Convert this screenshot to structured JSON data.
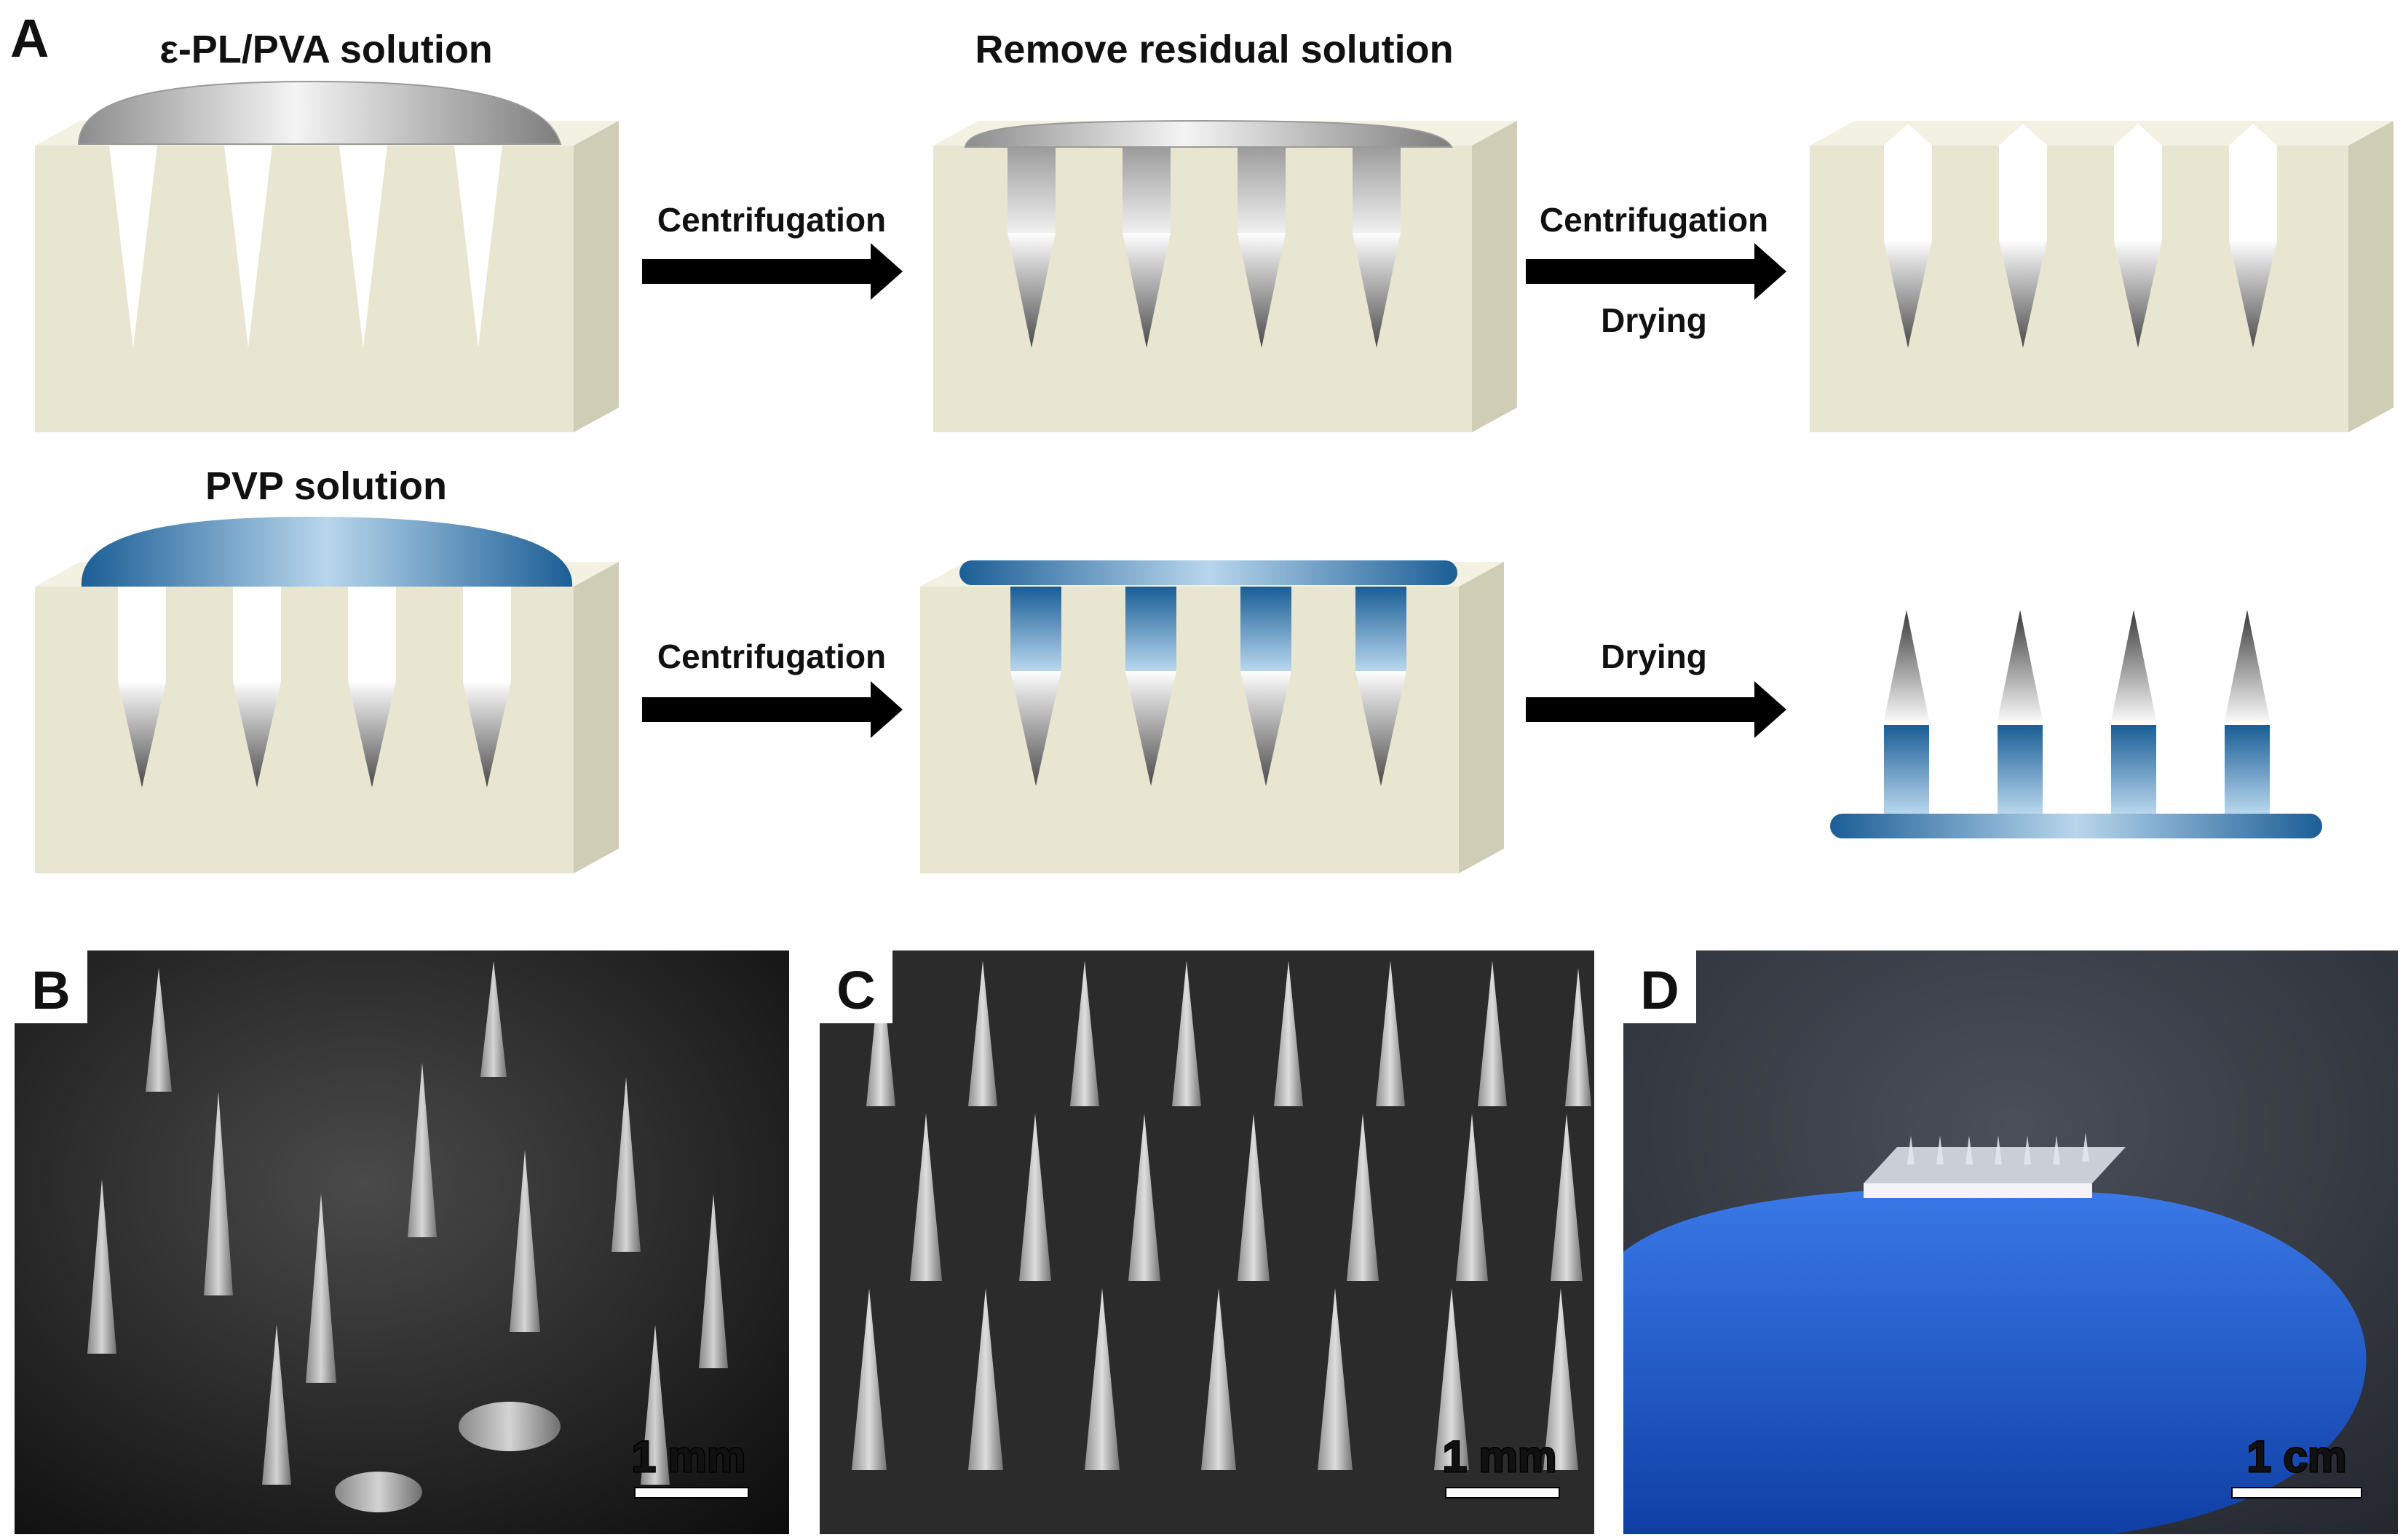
{
  "panel_a": {
    "letter": "A",
    "row1": {
      "solution_label": "ε-PL/PVA solution",
      "middle_label": "Remove residual solution",
      "arrow1_label": "Centrifugation",
      "arrow2_label_top": "Centrifugation",
      "arrow2_label_bottom": "Drying"
    },
    "row2": {
      "solution_label": "PVP solution",
      "arrow1_label": "Centrifugation",
      "arrow2_label": "Drying"
    }
  },
  "panel_b": {
    "letter": "B",
    "scale_label": "1 mm"
  },
  "panel_c": {
    "letter": "C",
    "scale_label": "1 mm"
  },
  "panel_d": {
    "letter": "D",
    "scale_label": "1 cm"
  },
  "colors": {
    "mold_front": "#e8e6d0",
    "mold_top": "#f2f1e2",
    "mold_side": "#cfcdb5",
    "pvp_blue": "#1e6fa8",
    "glove_blue": "#1d5fd6",
    "photo_dark": "#1a1a1a"
  }
}
